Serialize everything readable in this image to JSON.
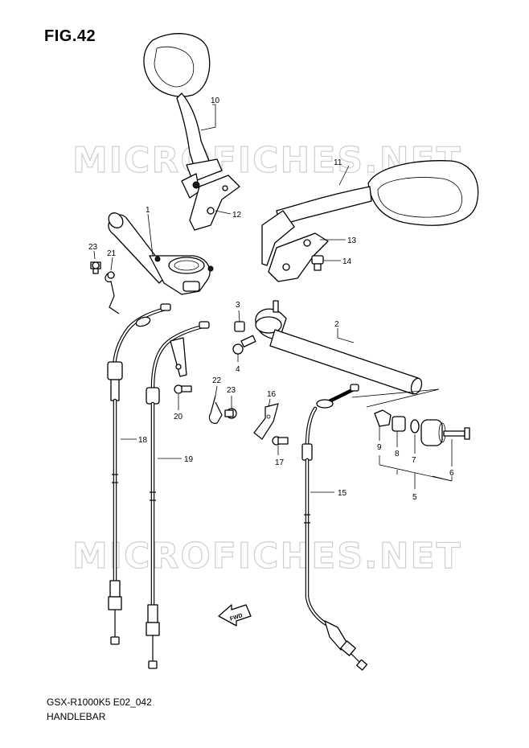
{
  "figure": {
    "title": "FIG.42"
  },
  "watermark": {
    "text": "MICROFICHES.NET"
  },
  "footer": {
    "code": "GSX-R1000K5 E02_042",
    "name": "HANDLEBAR"
  },
  "direction_arrow": {
    "label": "FWD"
  },
  "callouts": [
    {
      "id": "c10",
      "label": "10"
    },
    {
      "id": "c11",
      "label": "11"
    },
    {
      "id": "c12",
      "label": "12"
    },
    {
      "id": "c1",
      "label": "1"
    },
    {
      "id": "c13",
      "label": "13"
    },
    {
      "id": "c14",
      "label": "14"
    },
    {
      "id": "c23a",
      "label": "23"
    },
    {
      "id": "c21",
      "label": "21"
    },
    {
      "id": "c3",
      "label": "3"
    },
    {
      "id": "c2",
      "label": "2"
    },
    {
      "id": "c4",
      "label": "4"
    },
    {
      "id": "c22",
      "label": "22"
    },
    {
      "id": "c23b",
      "label": "23"
    },
    {
      "id": "c16",
      "label": "16"
    },
    {
      "id": "c20",
      "label": "20"
    },
    {
      "id": "c18",
      "label": "18"
    },
    {
      "id": "c19",
      "label": "19"
    },
    {
      "id": "c17",
      "label": "17"
    },
    {
      "id": "c9",
      "label": "9"
    },
    {
      "id": "c8",
      "label": "8"
    },
    {
      "id": "c7",
      "label": "7"
    },
    {
      "id": "c6",
      "label": "6"
    },
    {
      "id": "c5",
      "label": "5"
    },
    {
      "id": "c15",
      "label": "15"
    }
  ]
}
